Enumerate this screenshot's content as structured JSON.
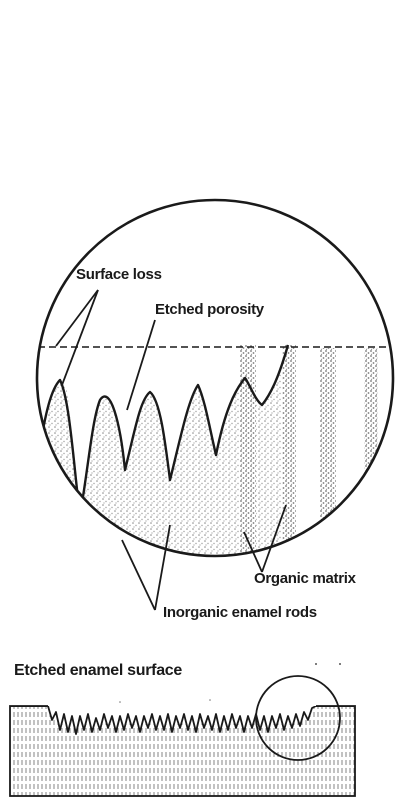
{
  "labels": {
    "surface_loss": "Surface loss",
    "etched_porosity": "Etched porosity",
    "organic_matrix": "Organic matrix",
    "inorganic_enamel_rods": "Inorganic enamel rods",
    "etched_enamel_surface": "Etched enamel surface"
  }
}
